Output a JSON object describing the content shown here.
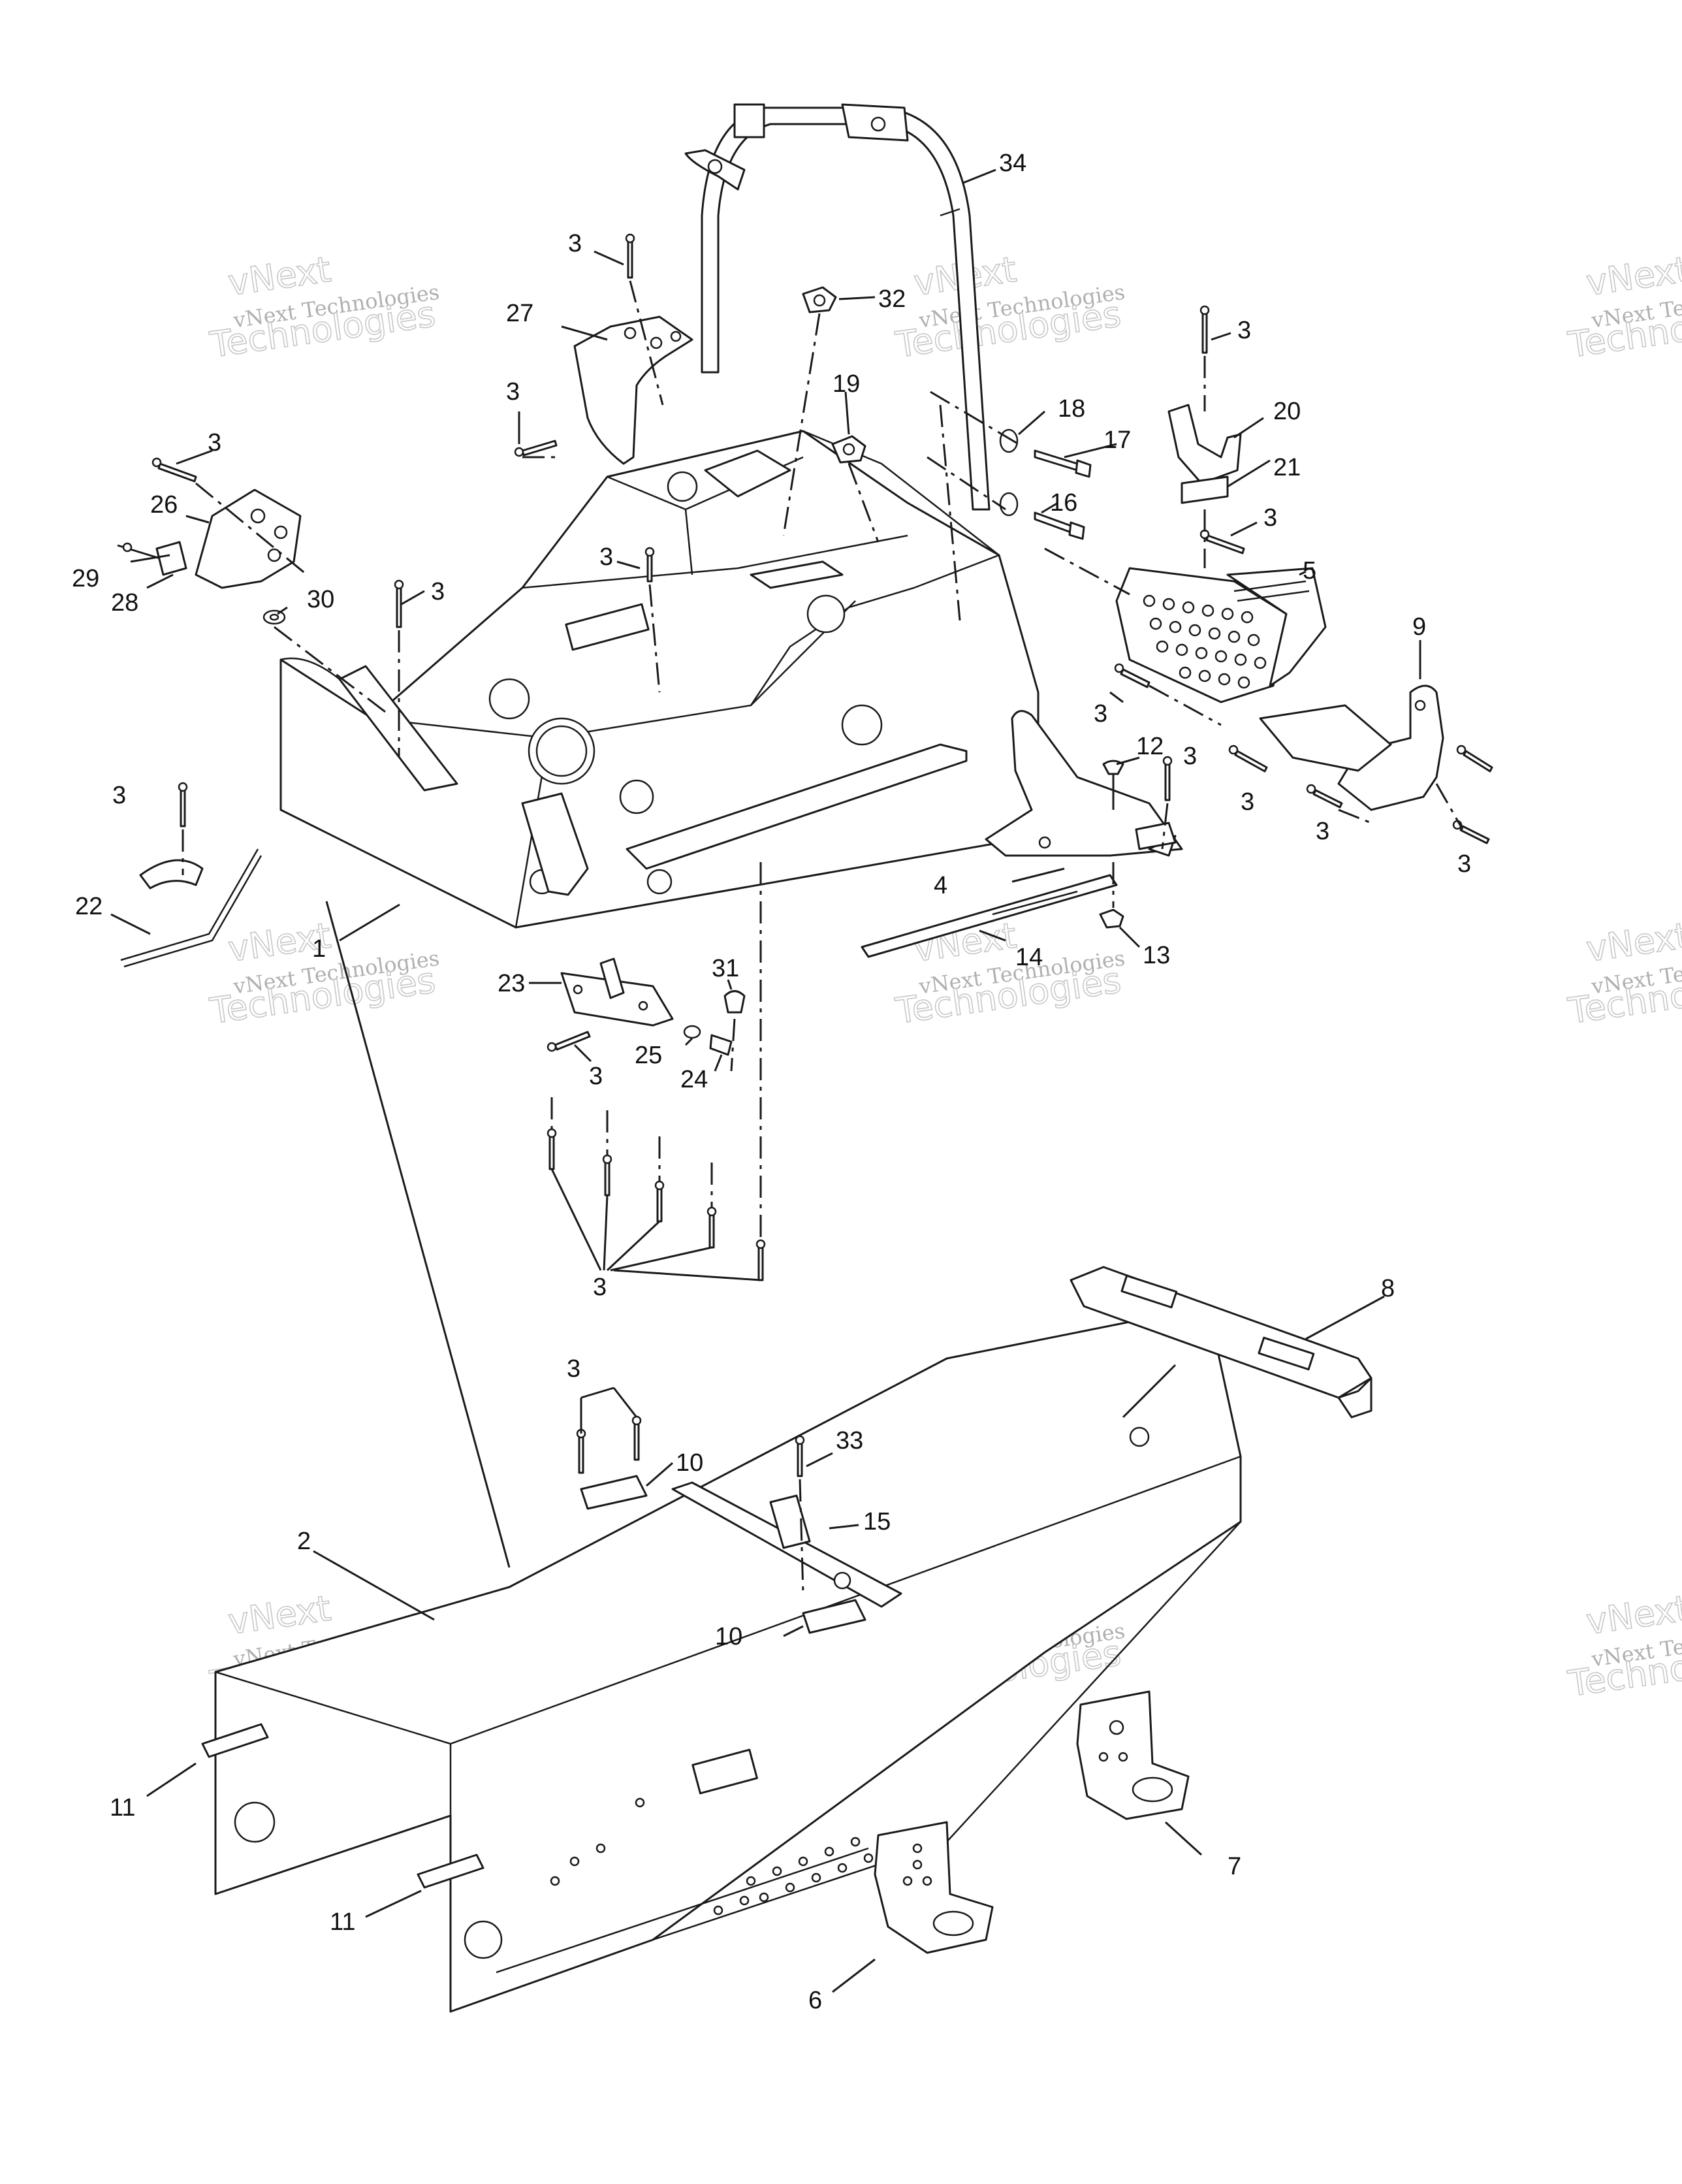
{
  "watermark": {
    "line1": "vNext",
    "line2": "vNext Technologies",
    "line3": "Technologies"
  },
  "callouts": {
    "c1": "1",
    "c2": "2",
    "c3a": "3",
    "c3b": "3",
    "c3c": "3",
    "c3d": "3",
    "c3e": "3",
    "c3f": "3",
    "c3g": "3",
    "c3h": "3",
    "c3i": "3",
    "c3j": "3",
    "c3k": "3",
    "c3l": "3",
    "c3m": "3",
    "c3n": "3",
    "c3o": "3",
    "c3p": "3",
    "c4": "4",
    "c5": "5",
    "c6": "6",
    "c7": "7",
    "c8": "8",
    "c9": "9",
    "c10a": "10",
    "c10b": "10",
    "c11a": "11",
    "c11b": "11",
    "c12": "12",
    "c13": "13",
    "c14": "14",
    "c15": "15",
    "c16": "16",
    "c17": "17",
    "c18": "18",
    "c19": "19",
    "c20": "20",
    "c21": "21",
    "c22": "22",
    "c23": "23",
    "c24": "24",
    "c25": "25",
    "c26": "26",
    "c27": "27",
    "c28": "28",
    "c29": "29",
    "c30": "30",
    "c31": "31",
    "c32": "32",
    "c33": "33",
    "c34": "34"
  }
}
